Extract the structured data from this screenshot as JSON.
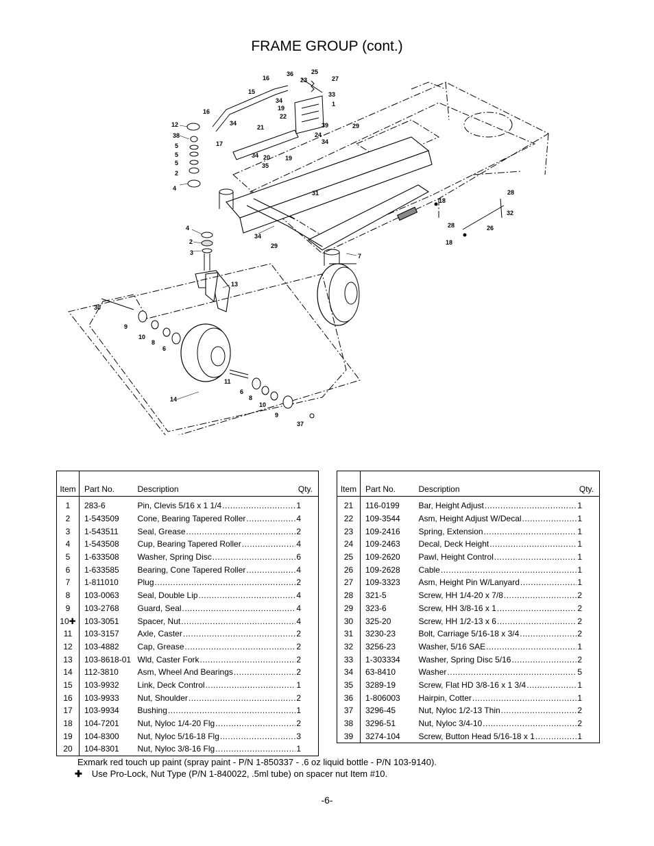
{
  "title": "FRAME GROUP (cont.)",
  "diagram_labels": [
    "16",
    "36",
    "25",
    "23",
    "27",
    "15",
    "34",
    "33",
    "1",
    "19",
    "22",
    "16",
    "12",
    "34",
    "21",
    "39",
    "29",
    "38",
    "24",
    "34",
    "5",
    "17",
    "5",
    "34",
    "20",
    "19",
    "5",
    "35",
    "2",
    "4",
    "28",
    "31",
    "18",
    "32",
    "4",
    "28",
    "26",
    "2",
    "34",
    "29",
    "18",
    "3",
    "7",
    "13",
    "30",
    "9",
    "10",
    "8",
    "6",
    "11",
    "6",
    "14",
    "8",
    "10",
    "9",
    "37"
  ],
  "table_headers": {
    "item": "Item",
    "part": "Part No.",
    "desc": "Description",
    "qty": "Qty."
  },
  "left_table": [
    {
      "item": "1",
      "part": "283-6",
      "desc": "Pin, Clevis 5/16 x 1 1/4",
      "qty": "1"
    },
    {
      "item": "2",
      "part": "1-543509",
      "desc": "Cone, Bearing Tapered Roller",
      "qty": "4"
    },
    {
      "item": "3",
      "part": "1-543511",
      "desc": "Seal, Grease",
      "qty": "2"
    },
    {
      "item": "4",
      "part": "1-543508",
      "desc": "Cup, Bearing Tapered Roller",
      "qty": "4"
    },
    {
      "item": "5",
      "part": "1-633508",
      "desc": "Washer, Spring Disc",
      "qty": "6"
    },
    {
      "item": "6",
      "part": "1-633585",
      "desc": "Bearing, Cone Tapered Roller",
      "qty": "4"
    },
    {
      "item": "7",
      "part": "1-811010",
      "desc": "Plug",
      "qty": "2"
    },
    {
      "item": "8",
      "part": "103-0063",
      "desc": "Seal, Double Lip",
      "qty": "4"
    },
    {
      "item": "9",
      "part": "103-2768",
      "desc": "Guard, Seal",
      "qty": "4"
    },
    {
      "item": "10✚",
      "part": "103-3051",
      "desc": "Spacer, Nut",
      "qty": "4"
    },
    {
      "item": "11",
      "part": "103-3157",
      "desc": "Axle, Caster",
      "qty": "2"
    },
    {
      "item": "12",
      "part": "103-4882",
      "desc": "Cap, Grease",
      "qty": "2"
    },
    {
      "item": "13",
      "part": "103-8618-01",
      "desc": "Wld, Caster Fork",
      "qty": "2"
    },
    {
      "item": "14",
      "part": "112-3810",
      "desc": "Asm, Wheel And Bearings",
      "qty": "2"
    },
    {
      "item": "15",
      "part": "103-9932",
      "desc": "Link, Deck Control",
      "qty": "1"
    },
    {
      "item": "16",
      "part": "103-9933",
      "desc": "Nut, Shoulder",
      "qty": "2"
    },
    {
      "item": "17",
      "part": "103-9934",
      "desc": "Bushing",
      "qty": "1"
    },
    {
      "item": "18",
      "part": "104-7201",
      "desc": "Nut, Nyloc 1/4-20 Flg",
      "qty": "2"
    },
    {
      "item": "19",
      "part": "104-8300",
      "desc": "Nut, Nyloc 5/16-18 Flg",
      "qty": "3"
    },
    {
      "item": "20",
      "part": "104-8301",
      "desc": "Nut, Nyloc 3/8-16 Flg",
      "qty": "1"
    }
  ],
  "right_table": [
    {
      "item": "21",
      "part": "116-0199",
      "desc": "Bar, Height Adjust",
      "qty": "1"
    },
    {
      "item": "22",
      "part": "109-3544",
      "desc": "Asm, Height Adjust W/Decal",
      "qty": "1"
    },
    {
      "item": "23",
      "part": "109-2416",
      "desc": "Spring, Extension",
      "qty": "1"
    },
    {
      "item": "24",
      "part": "109-2463",
      "desc": "Decal, Deck Height",
      "qty": "1"
    },
    {
      "item": "25",
      "part": "109-2620",
      "desc": "Pawl, Height Control",
      "qty": "1"
    },
    {
      "item": "26",
      "part": "109-2628",
      "desc": "Cable",
      "qty": "1"
    },
    {
      "item": "27",
      "part": "109-3323",
      "desc": "Asm, Height Pin W/Lanyard",
      "qty": "1"
    },
    {
      "item": "28",
      "part": "321-5",
      "desc": "Screw, HH 1/4-20 x 7/8",
      "qty": "2"
    },
    {
      "item": "29",
      "part": "323-6",
      "desc": "Screw, HH 3/8-16 x 1",
      "qty": "2"
    },
    {
      "item": "30",
      "part": "325-20",
      "desc": "Screw, HH 1/2-13 x 6",
      "qty": "2"
    },
    {
      "item": "31",
      "part": "3230-23",
      "desc": "Bolt, Carriage 5/16-18 x 3/4",
      "qty": "2"
    },
    {
      "item": "32",
      "part": "3256-23",
      "desc": "Washer, 5/16 SAE",
      "qty": "1"
    },
    {
      "item": "33",
      "part": "1-303334",
      "desc": "Washer, Spring Disc 5/16",
      "qty": "2"
    },
    {
      "item": "34",
      "part": "63-8410",
      "desc": "Washer",
      "qty": "5"
    },
    {
      "item": "35",
      "part": "3289-19",
      "desc": "Screw, Flat HD 3/8-16 x 1 3/4",
      "qty": "1"
    },
    {
      "item": "36",
      "part": "1-806003",
      "desc": "Hairpin, Cotter",
      "qty": "1"
    },
    {
      "item": "37",
      "part": "3296-45",
      "desc": "Nut, Nyloc 1/2-13 Thin",
      "qty": "2"
    },
    {
      "item": "38",
      "part": "3296-51",
      "desc": "Nut, Nyloc 3/4-10",
      "qty": "2"
    },
    {
      "item": "39",
      "part": "3274-104",
      "desc": "Screw, Button Head 5/16-18 x 1",
      "qty": "1"
    }
  ],
  "notes": {
    "line1": "Exmark red touch up paint (spray paint - P/N 1-850337 - .6 oz liquid bottle - P/N 103-9140).",
    "line2_symbol": "✚",
    "line2": "Use Pro-Lock, Nut Type (P/N 1-840022, .5ml tube) on spacer nut Item #10."
  },
  "page_number": "-6-"
}
